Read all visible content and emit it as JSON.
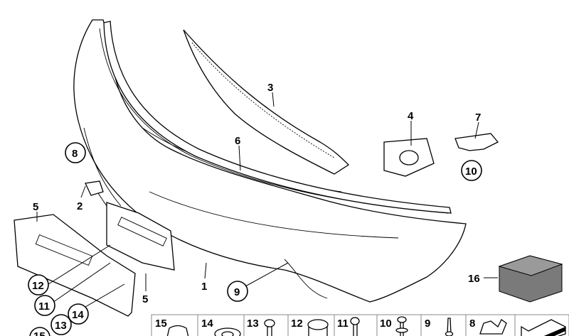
{
  "diagram": {
    "callouts": {
      "c1": "1",
      "c2": "2",
      "c3": "3",
      "c4": "4",
      "c5a": "5",
      "c5b": "5",
      "c6": "6",
      "c7": "7",
      "c8": "8",
      "c9": "9",
      "c10": "10",
      "c11": "11",
      "c12": "12",
      "c13": "13",
      "c14": "14",
      "c15": "15",
      "c16": "16"
    },
    "parts_strip": [
      "15",
      "14",
      "13",
      "12",
      "11",
      "10",
      "9",
      "8"
    ]
  }
}
